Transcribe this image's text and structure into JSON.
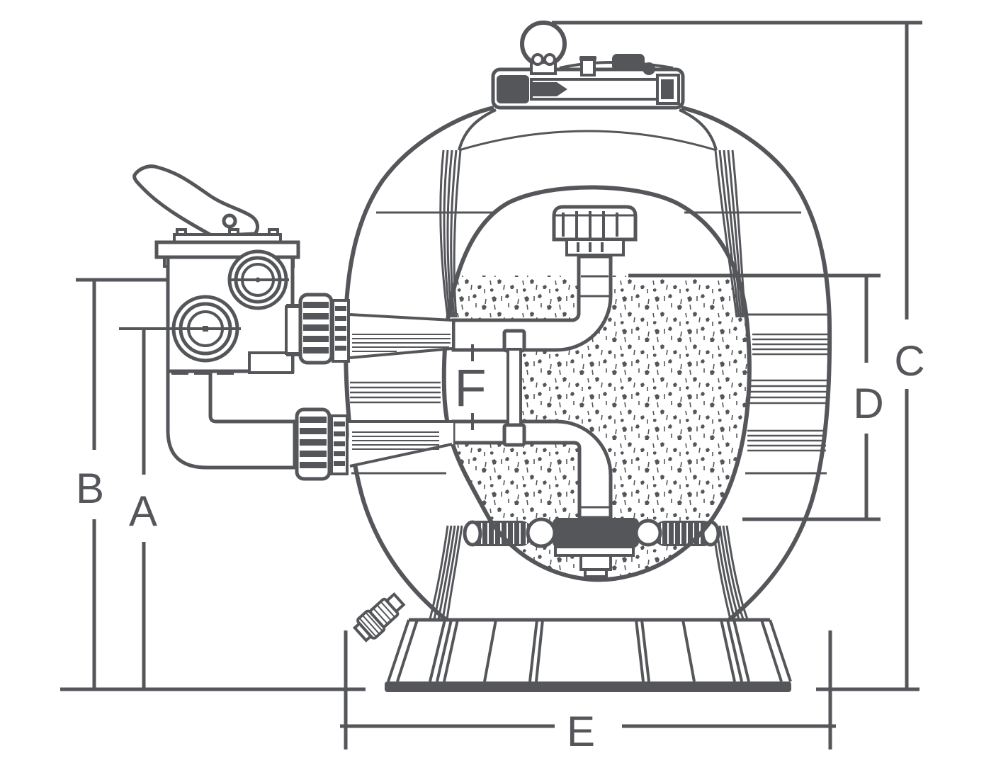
{
  "diagram": {
    "type": "technical-dimension-drawing",
    "subject": "sand-filter-with-multiport-valve-side-view",
    "colors": {
      "line": "#54565A",
      "background": "#FFFFFF"
    },
    "dimension_labels": {
      "a": "A",
      "b": "B",
      "c": "C",
      "d": "D",
      "e": "E",
      "f": "F"
    }
  }
}
